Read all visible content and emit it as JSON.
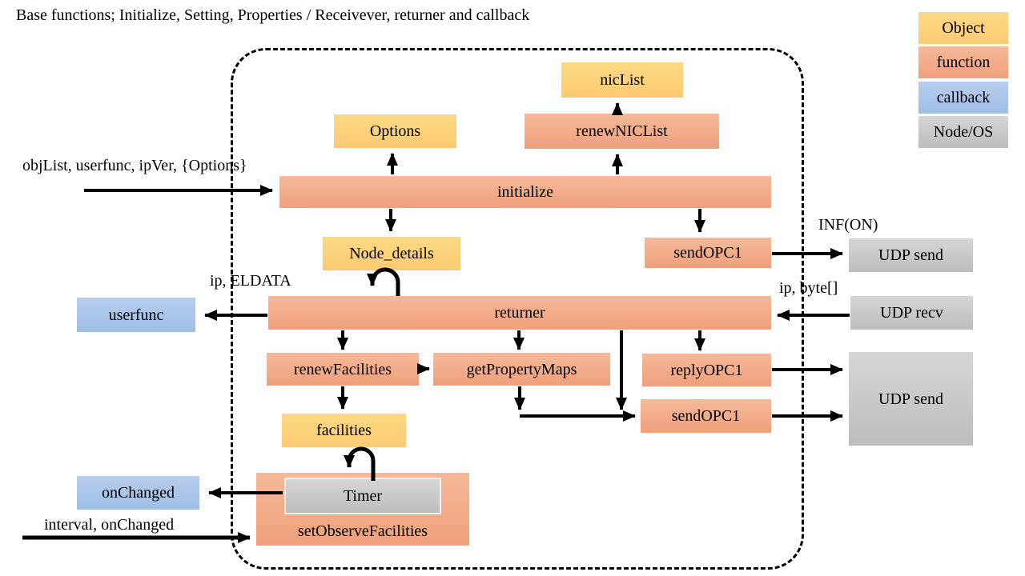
{
  "title": "Base functions; Initialize, Setting, Properties / Receivever, returner and callback",
  "legend": {
    "items": [
      {
        "label": "Object",
        "type": "object",
        "color": "#fbd37a"
      },
      {
        "label": "function",
        "type": "function",
        "color": "#f2a986"
      },
      {
        "label": "callback",
        "type": "callback",
        "color": "#abc4e9"
      },
      {
        "label": "Node/OS",
        "type": "node-os",
        "color": "#c9c9c9"
      }
    ]
  },
  "nodes": {
    "nicList": {
      "label": "nicList",
      "type": "object"
    },
    "options": {
      "label": "Options",
      "type": "object"
    },
    "renewNICList": {
      "label": "renewNICList",
      "type": "function"
    },
    "initialize": {
      "label": "initialize",
      "type": "function"
    },
    "node_details": {
      "label": "Node_details",
      "type": "object"
    },
    "sendOPC1_top": {
      "label": "sendOPC1",
      "type": "function"
    },
    "udp_send_top": {
      "label": "UDP send",
      "type": "node-os"
    },
    "returner": {
      "label": "returner",
      "type": "function"
    },
    "userfunc": {
      "label": "userfunc",
      "type": "callback"
    },
    "udp_recv": {
      "label": "UDP recv",
      "type": "node-os"
    },
    "renewFacilities": {
      "label": "renewFacilities",
      "type": "function"
    },
    "getPropertyMaps": {
      "label": "getPropertyMaps",
      "type": "function"
    },
    "replyOPC1": {
      "label": "replyOPC1",
      "type": "function"
    },
    "sendOPC1_bottom": {
      "label": "sendOPC1",
      "type": "function"
    },
    "udp_send_bottom": {
      "label": "UDP send",
      "type": "node-os"
    },
    "facilities": {
      "label": "facilities",
      "type": "object"
    },
    "setObserveFacilities": {
      "label": "setObserveFacilities",
      "type": "function"
    },
    "timer": {
      "label": "Timer",
      "type": "node-os"
    },
    "onChanged": {
      "label": "onChanged",
      "type": "callback"
    }
  },
  "annotations": {
    "input_init": "objList, userfunc, ipVer, {Options}",
    "inf_on": "INF(ON)",
    "ip_eldata": "ip, ELDATA",
    "ip_byte": "ip, byte[]",
    "interval_onchanged": "interval, onChanged"
  },
  "colors": {
    "object": "#fbd37a",
    "function": "#f2a986",
    "callback": "#abc4e9",
    "node_os": "#c9c9c9",
    "arrow": "#000000"
  }
}
